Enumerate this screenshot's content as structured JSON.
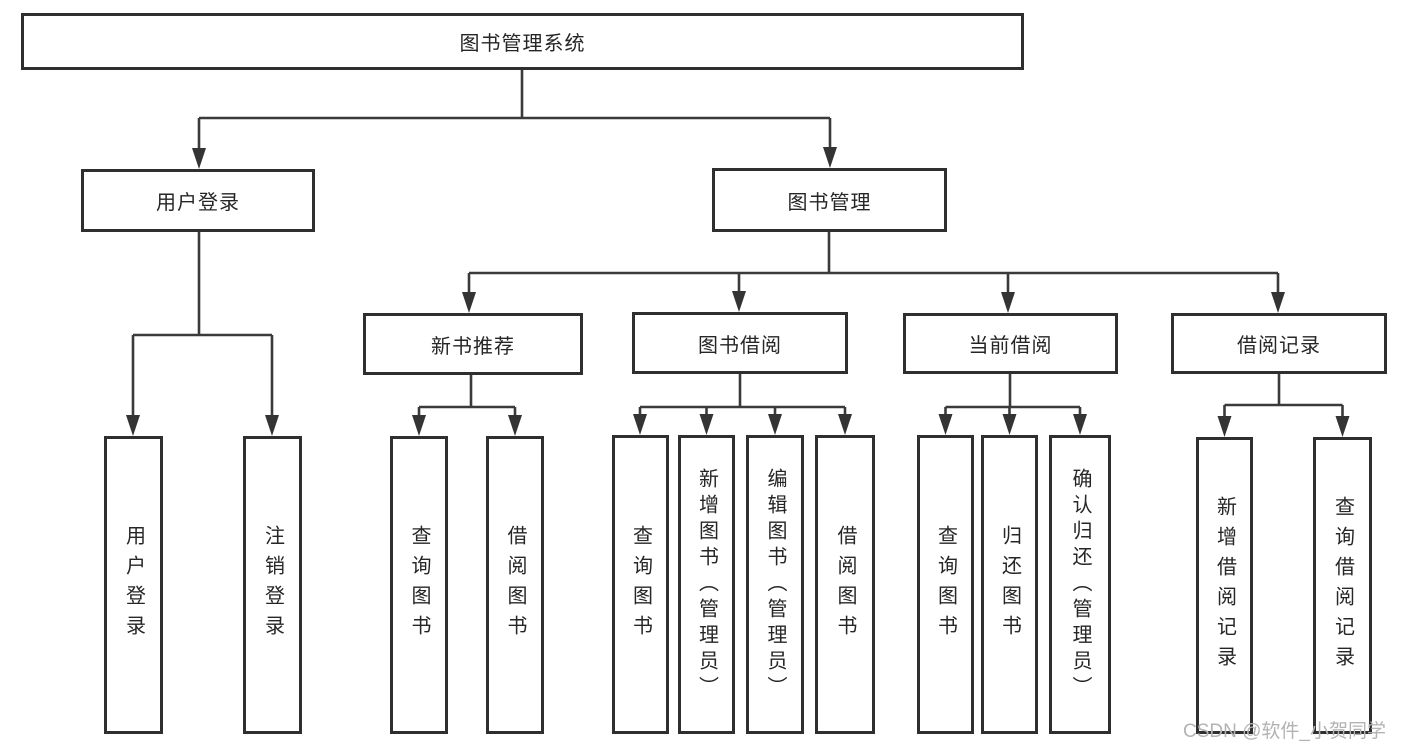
{
  "diagram_title": "图书管理系统",
  "colors": {
    "line": "#3a3a3a",
    "box_border": "#2f2f2f",
    "box_fill": "#ffffff",
    "text": "#262626",
    "watermark": "#b3b3b3"
  },
  "watermark": {
    "text": "CSDN @软件_小贺同学"
  },
  "nodes": {
    "root": {
      "label": "图书管理系统"
    },
    "level1": [
      {
        "label": "用户登录"
      },
      {
        "label": "图书管理",
        "parent": "图书管理系统"
      }
    ],
    "level2": [
      {
        "label": "新书推荐",
        "parent": "图书管理"
      },
      {
        "label": "图书借阅",
        "parent": "图书管理"
      },
      {
        "label": "当前借阅",
        "parent": "图书管理"
      },
      {
        "label": "借阅记录",
        "parent": "图书管理"
      }
    ],
    "leaves": [
      {
        "label": "用户登录",
        "parent": "用户登录"
      },
      {
        "label": "注销登录",
        "parent": "用户登录"
      },
      {
        "label": "查询图书",
        "parent": "新书推荐"
      },
      {
        "label": "借阅图书",
        "parent": "新书推荐"
      },
      {
        "label": "查询图书",
        "parent": "图书借阅"
      },
      {
        "label": "新增图书（管理员）",
        "parent": "图书借阅"
      },
      {
        "label": "编辑图书（管理员）",
        "parent": "图书借阅"
      },
      {
        "label": "借阅图书",
        "parent": "图书借阅"
      },
      {
        "label": "查询图书",
        "parent": "当前借阅"
      },
      {
        "label": "归还图书",
        "parent": "当前借阅"
      },
      {
        "label": "确认归还（管理员）",
        "parent": "当前借阅"
      },
      {
        "label": "新增借阅记录",
        "parent": "借阅记录"
      },
      {
        "label": "查询借阅记录",
        "parent": "借阅记录"
      }
    ]
  }
}
